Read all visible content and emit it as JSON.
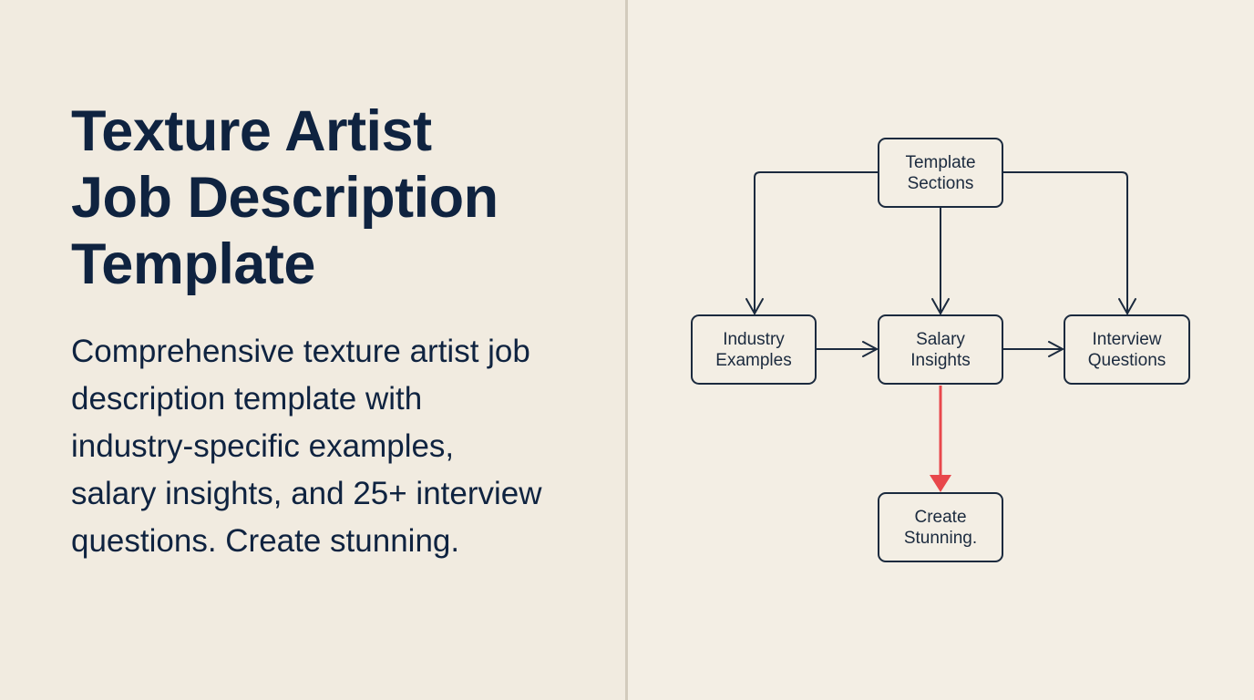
{
  "hero": {
    "title_lines": [
      "Texture Artist",
      "Job Description",
      "Template"
    ],
    "description_lines": [
      "Comprehensive texture artist job",
      "description template with",
      "industry-specific examples,",
      "salary insights, and 25+ interview",
      "questions. Create stunning."
    ]
  },
  "flowchart": {
    "nodes": {
      "template_sections": {
        "lines": [
          "Template",
          "Sections"
        ]
      },
      "industry_examples": {
        "lines": [
          "Industry",
          "Examples"
        ]
      },
      "salary_insights": {
        "lines": [
          "Salary",
          "Insights"
        ]
      },
      "interview_questions": {
        "lines": [
          "Interview",
          "Questions"
        ]
      },
      "create_stunning": {
        "lines": [
          "Create",
          "Stunning."
        ]
      }
    },
    "edges": [
      {
        "from": "template_sections",
        "to": "industry_examples",
        "style": "open-arrow",
        "color": "#1b2a3e"
      },
      {
        "from": "template_sections",
        "to": "salary_insights",
        "style": "open-arrow",
        "color": "#1b2a3e"
      },
      {
        "from": "template_sections",
        "to": "interview_questions",
        "style": "open-arrow",
        "color": "#1b2a3e"
      },
      {
        "from": "industry_examples",
        "to": "salary_insights",
        "style": "open-arrow",
        "color": "#1b2a3e"
      },
      {
        "from": "salary_insights",
        "to": "interview_questions",
        "style": "open-arrow",
        "color": "#1b2a3e"
      },
      {
        "from": "salary_insights",
        "to": "create_stunning",
        "style": "filled-arrow",
        "color": "#e8474b"
      }
    ]
  },
  "colors": {
    "background_left": "#f1ebe0",
    "background_right": "#f3eee4",
    "divider": "#d3cbbd",
    "text_primary": "#0f2340",
    "line": "#1b2a3e",
    "accent_arrow": "#e8474b"
  }
}
